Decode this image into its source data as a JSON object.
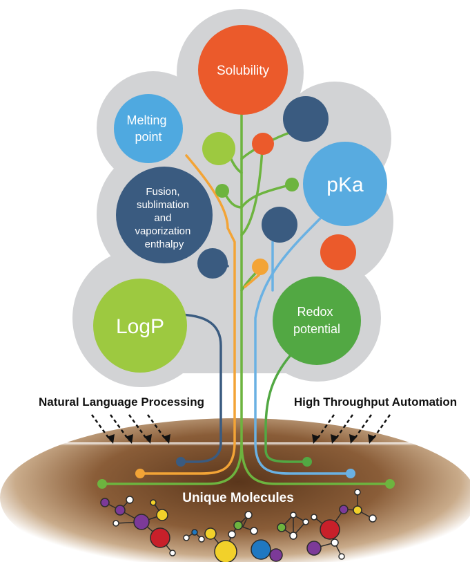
{
  "colors": {
    "solubility": "#EB5A2B",
    "melting": "#4FA9E0",
    "pka": "#58ABE0",
    "logp": "#9DC940",
    "redox": "#52A843",
    "dark_blue": "#3A5B80",
    "green": "#6DB43F",
    "orange": "#F3A436",
    "light_blue": "#6AB1E3",
    "crown": "#D2D3D5",
    "soil": "#6B4426"
  },
  "bubbles": {
    "solubility": {
      "lines": [
        "Solubility"
      ]
    },
    "melting_point": {
      "lines": [
        "Melting",
        "point"
      ]
    },
    "enthalpy": {
      "lines": [
        "Fusion,",
        "sublimation",
        "and",
        "vaporization",
        "enthalpy"
      ]
    },
    "pka": {
      "lines": [
        "pKa"
      ]
    },
    "logp": {
      "lines": [
        "LogP"
      ]
    },
    "redox": {
      "lines": [
        "Redox",
        "potential"
      ]
    }
  },
  "inputs": {
    "left": "Natural Language Processing",
    "right": "High Throughput Automation"
  },
  "roots_label": "Unique Molecules"
}
